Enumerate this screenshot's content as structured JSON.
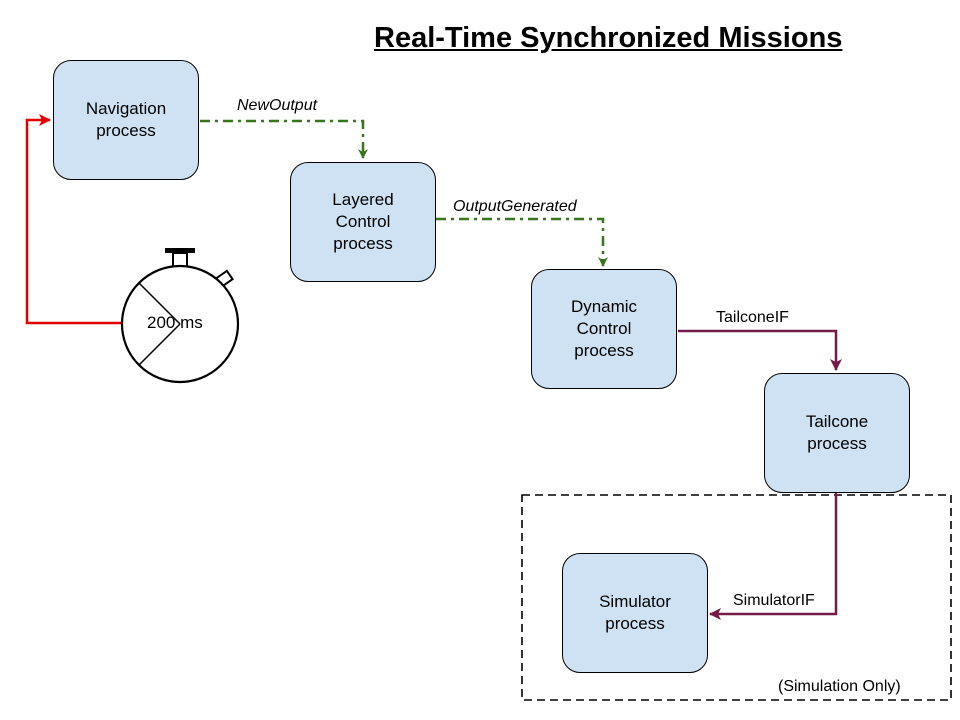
{
  "title": "Real-Time Synchronized Missions",
  "nodes": {
    "navigation": [
      "Navigation",
      "process"
    ],
    "layered": [
      "Layered",
      "Control",
      "process"
    ],
    "dynamic": [
      "Dynamic",
      "Control",
      "process"
    ],
    "tailcone": [
      "Tailcone",
      "process"
    ],
    "simulator": [
      "Simulator",
      "process"
    ]
  },
  "edges": {
    "new_output": "NewOutput",
    "output_generated": "OutputGenerated",
    "tailcone_if": "TailconeIF",
    "simulator_if": "SimulatorIF"
  },
  "timer": {
    "label": "200 ms"
  },
  "simulation_region": {
    "label": "(Simulation Only)"
  },
  "colors": {
    "node_fill": "#cfe2f3",
    "timer_edge": "#e00000",
    "async_edge": "#38761d",
    "sync_edge": "#741b47"
  }
}
